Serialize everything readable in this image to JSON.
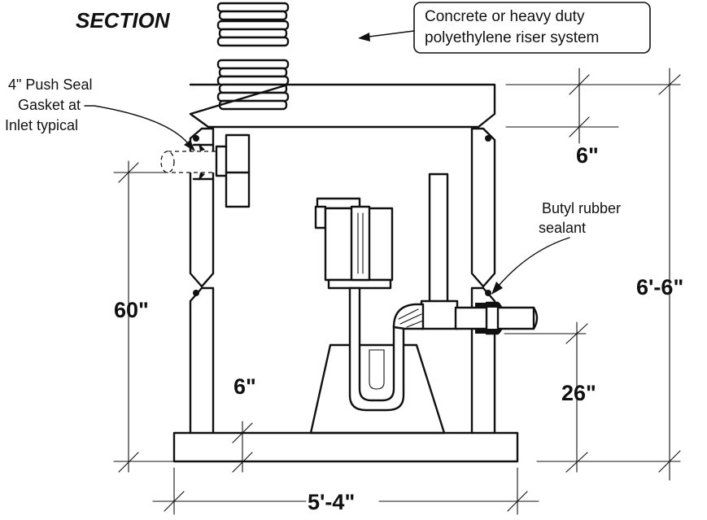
{
  "title": "SECTION",
  "callouts": {
    "riser_line1": "Concrete or heavy duty",
    "riser_line2": "polyethylene riser system",
    "gasket_line1": "4\" Push Seal",
    "gasket_line2": "Gasket at",
    "gasket_line3": "Inlet typical",
    "butyl_line1": "Butyl rubber",
    "butyl_line2": "sealant"
  },
  "dimensions": {
    "lid_thickness": "6\"",
    "inlet_height": "60\"",
    "floor_thickness": "6\"",
    "outlet_height": "26\"",
    "total_height": "6'-6\"",
    "width": "5'-4\""
  }
}
